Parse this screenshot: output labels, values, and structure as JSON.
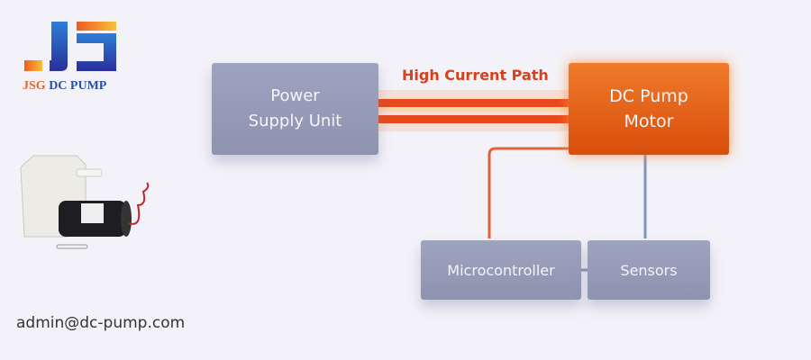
{
  "brand": {
    "logo_letters": "JS",
    "name_part1": "JSG",
    "name_part2": "DC PUMP"
  },
  "contact": {
    "email": "admin@dc-pump.com"
  },
  "diagram": {
    "power_supply": {
      "line1": "Power",
      "line2": "Supply Unit"
    },
    "pump_motor": {
      "line1": "DC Pump",
      "line2": "Motor"
    },
    "high_current_label": "High Current Path",
    "microcontroller": "Microcontroller",
    "sensors": "Sensors"
  },
  "colors": {
    "accent": "#e0521a",
    "box": "#959ab7",
    "wire_blue": "#7f94bd",
    "brand_blue": "#2b4fa8",
    "brand_orange": "#e06a30"
  }
}
